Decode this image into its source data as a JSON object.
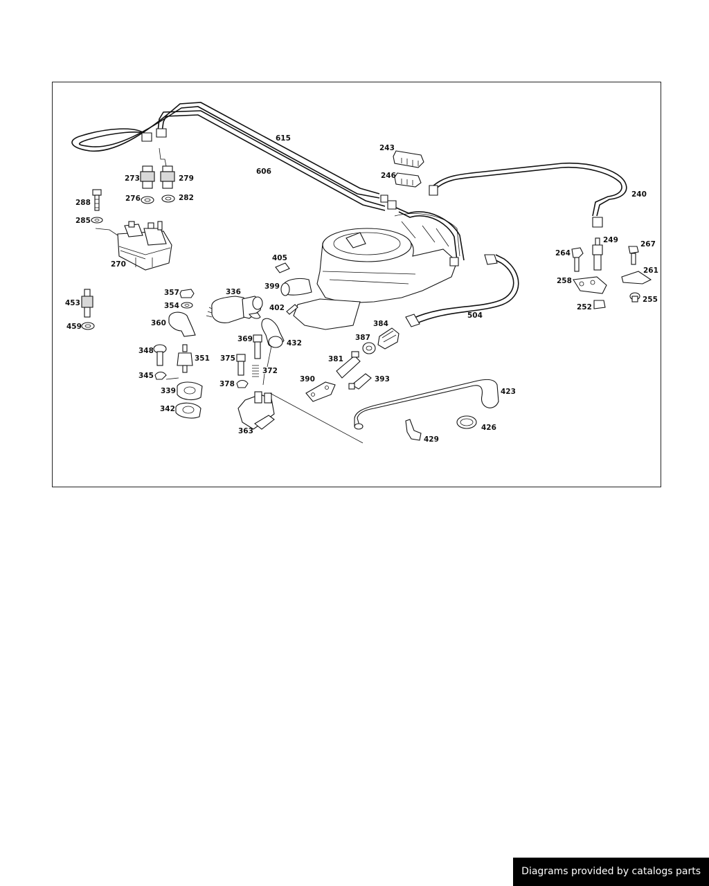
{
  "labels": {
    "p615": "615",
    "p606": "606",
    "p243": "243",
    "p246": "246",
    "p240": "240",
    "p273": "273",
    "p279": "279",
    "p276": "276",
    "p282": "282",
    "p288": "288",
    "p285": "285",
    "p270": "270",
    "p405": "405",
    "p399": "399",
    "p402": "402",
    "p336": "336",
    "p357": "357",
    "p354": "354",
    "p360": "360",
    "p453": "453",
    "p459": "459",
    "p348": "348",
    "p351": "351",
    "p345": "345",
    "p339": "339",
    "p342": "342",
    "p369": "369",
    "p375": "375",
    "p378": "378",
    "p372": "372",
    "p363": "363",
    "p432": "432",
    "p384": "384",
    "p387": "387",
    "p381": "381",
    "p390": "390",
    "p393": "393",
    "p504": "504",
    "p423": "423",
    "p426": "426",
    "p429": "429",
    "p264": "264",
    "p249": "249",
    "p267": "267",
    "p258": "258",
    "p261": "261",
    "p252": "252",
    "p255": "255"
  },
  "watermark": "Diagrams provided by catalogs parts"
}
